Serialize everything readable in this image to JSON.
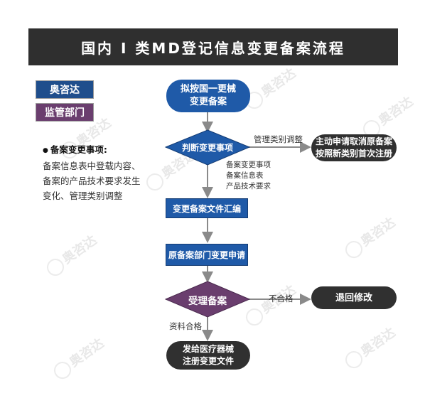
{
  "title": "国内 I 类MD登记信息变更备案流程",
  "legend": {
    "company": "奥咨达",
    "regulator": "监管部门"
  },
  "note": {
    "title": "备案变更事项:",
    "lines": [
      "备案信息表中登载内容、",
      "备案的产品技术要求发生",
      "变化、管理类别调整"
    ]
  },
  "flow": {
    "start": [
      "拟按国一更械",
      "变更备案"
    ],
    "judge": "判断变更事项",
    "compile": "变更备案文件汇编",
    "apply": "原备案部门变更申请",
    "accept": "受理备案",
    "issue": [
      "发给医疗器械",
      "注册变更文件"
    ],
    "cancel": [
      "主动申请取消原备案",
      "按照新类别首次注册"
    ],
    "return": "退回修改"
  },
  "edge_labels": {
    "category_adjust": "管理类别调整",
    "items": [
      "备案变更事项",
      "备案信息表",
      "产品技术要求"
    ],
    "fail": "不合格",
    "pass": "资料合格"
  },
  "watermark": "奥咨达",
  "colors": {
    "company_blue": "#1f5aa8",
    "regulator_purple": "#6a3e6e",
    "dark": "#303030",
    "title_bg": "#2f2f2f"
  }
}
